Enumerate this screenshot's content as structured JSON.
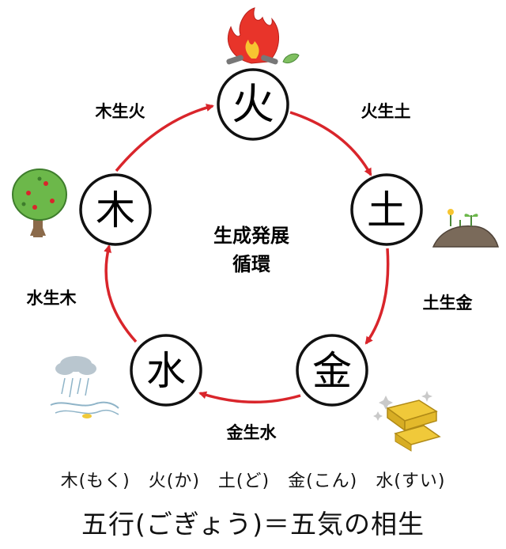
{
  "center": {
    "line1": "生成発展",
    "line2": "循環"
  },
  "elements": {
    "fire": "火",
    "earth": "土",
    "metal": "金",
    "water": "水",
    "wood": "木"
  },
  "relations": {
    "wood_fire": "木生火",
    "fire_earth": "火生土",
    "earth_metal": "土生金",
    "metal_water": "金生水",
    "water_wood": "水生木"
  },
  "readings": "木(もく)　火(か)　土(ど)　金(こん)　水(すい)",
  "title": "五行(ごぎょう)＝五気の相生",
  "colors": {
    "arrow": "#d9252b",
    "fire": "#e8342a",
    "flame_inner": "#f7c531",
    "tree": "#6cb84a",
    "trunk": "#8b6a4a",
    "gold": "#f0c93a",
    "soil": "#7a6a5a",
    "rain": "#8fb4c8"
  }
}
